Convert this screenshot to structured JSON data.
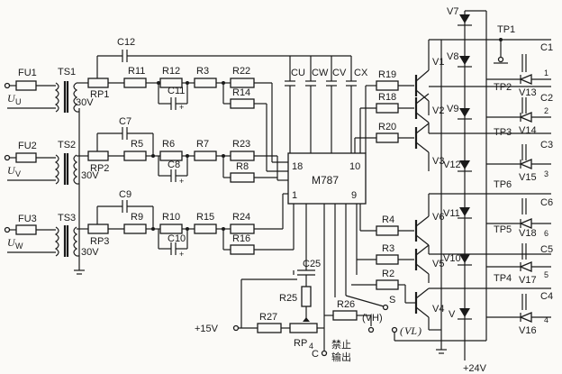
{
  "inputs": {
    "u": {
      "fuse": "FU1",
      "transformer": "TS1",
      "voltage": "30V",
      "pot": "RP1",
      "cap": "C12",
      "signal": "U",
      "sub": "U"
    },
    "v": {
      "fuse": "FU2",
      "transformer": "TS2",
      "voltage": "30V",
      "pot": "RP2",
      "cap": "C7",
      "signal": "U",
      "sub": "V"
    },
    "w": {
      "fuse": "FU3",
      "transformer": "TS3",
      "voltage": "30V",
      "pot": "RP3",
      "cap": "C9",
      "signal": "U",
      "sub": "W"
    }
  },
  "resistors": {
    "r11": "R11",
    "r12": "R12",
    "r3": "R3",
    "r22": "R22",
    "r14": "R14",
    "r5": "R5",
    "r6": "R6",
    "r7": "R7",
    "r23": "R23",
    "r8": "R8",
    "r9": "R9",
    "r10": "R10",
    "r15": "R15",
    "r24": "R24",
    "r16": "R16",
    "r19": "R19",
    "r18": "R18",
    "r20": "R20",
    "r4": "R4",
    "r3b": "R3",
    "r2": "R2",
    "r25": "R25",
    "r26": "R26",
    "r27": "R27"
  },
  "caps": {
    "c11": "C11",
    "c8": "C8",
    "c10": "C10",
    "c25": "C25",
    "plus": "+"
  },
  "ic": {
    "name": "M787",
    "pin18": "18",
    "pin10": "10",
    "pin1": "1",
    "pin9": "9",
    "top_caps": [
      "CU",
      "CW",
      "CV",
      "CX"
    ]
  },
  "transistors": [
    "V1",
    "V2",
    "V3",
    "V6",
    "V5",
    "V4"
  ],
  "diodes_col": [
    "V7",
    "V8",
    "V9",
    "V12",
    "V11",
    "V10",
    "V"
  ],
  "outputs": [
    {
      "tp": "TP1",
      "cap": "C1",
      "diode": "V13",
      "num": "1"
    },
    {
      "tp": "TP2",
      "cap": "C2",
      "diode": "V14",
      "num": "2"
    },
    {
      "tp": "TP3",
      "cap": "C3",
      "diode": "V15",
      "num": "3"
    },
    {
      "tp": "TP6",
      "cap": "C6",
      "diode": "V18",
      "num": "6"
    },
    {
      "tp": "TP5",
      "cap": "C5",
      "diode": "V17",
      "num": "5"
    },
    {
      "tp": "TP4",
      "cap": "C4",
      "diode": "V16",
      "num": "4"
    }
  ],
  "supply": {
    "plus15": "+15V",
    "plus24": "+24V",
    "rp4": "RP",
    "rp4_sub": "4"
  },
  "switch": {
    "s": "S",
    "vh": "(VH)",
    "vl": "VL",
    "vl_open": "(",
    "vl_close": ")",
    "c": "C",
    "inhibit_1": "禁止",
    "inhibit_2": "输出"
  }
}
